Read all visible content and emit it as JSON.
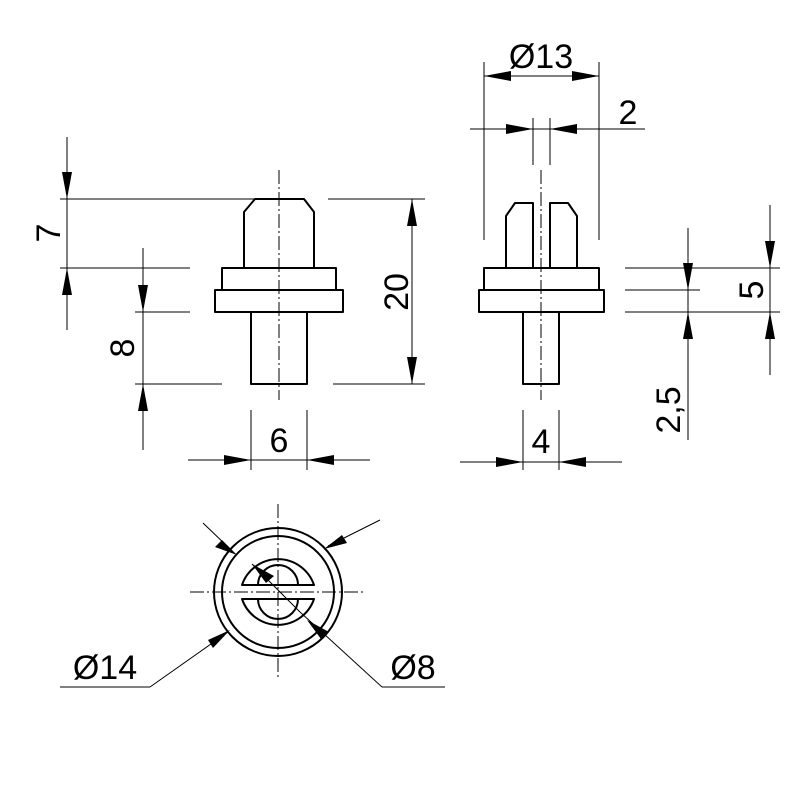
{
  "dimensions": {
    "side_head_height": "7",
    "side_shank_length": "8",
    "side_total_height": "20",
    "side_shank_width": "6",
    "front_diameter_top": "Ø13",
    "front_slot_width": "2",
    "front_collar_height": "5",
    "front_flange_height": "2,5",
    "front_shank_width": "4",
    "top_outer_diameter": "Ø14",
    "top_inner_diameter": "Ø8"
  }
}
